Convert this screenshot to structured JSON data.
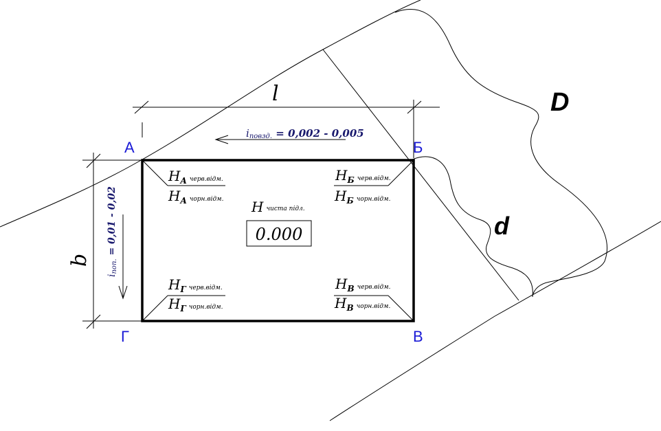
{
  "corners": {
    "a": "А",
    "b": "Б",
    "v": "В",
    "g": "Г"
  },
  "dimensions": {
    "length": "l",
    "width": "b"
  },
  "regions": {
    "large": "D",
    "small": "d"
  },
  "slopes": {
    "longitudinal_sym": "i",
    "longitudinal_sub": "повзд.",
    "longitudinal_val": " = 0,002 - 0,005",
    "transverse_sym": "i",
    "transverse_sub": "поп.",
    "transverse_val": " = 0,01 - 0,02"
  },
  "marks": {
    "a_red_main": "H",
    "a_red_sub": "A",
    "a_red_note": "черв.відм.",
    "a_black_main": "H",
    "a_black_sub": "A",
    "a_black_note": "чорн.відм.",
    "b_red_main": "H",
    "b_red_sub": "Б",
    "b_red_note": "черв.відм.",
    "b_black_main": "H",
    "b_black_sub": "Б",
    "b_black_note": "чорн.відм.",
    "v_red_main": "H",
    "v_red_sub": "В",
    "v_red_note": "черв.відм.",
    "v_black_main": "H",
    "v_black_sub": "В",
    "v_black_note": "чорн.відм.",
    "g_red_main": "H",
    "g_red_sub": "Г",
    "g_red_note": "черв.відм.",
    "g_black_main": "H",
    "g_black_sub": "Г",
    "g_black_note": "чорн.відм."
  },
  "floor": {
    "main": "H",
    "note": "чиста підл.",
    "value": "0.000"
  }
}
